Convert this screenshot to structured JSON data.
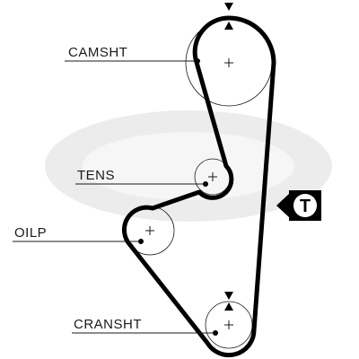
{
  "labels": {
    "camshaft": "CAMSHT",
    "tensioner": "TENS",
    "oil_pump": "OILP",
    "crankshaft": "CRANSHT"
  },
  "badge": {
    "letter": "T"
  },
  "colors": {
    "belt": "#000000",
    "watermark": "#e6e6e6",
    "text": "#1a1a1a"
  },
  "icons": [
    "timing-mark-icon",
    "tension-badge-icon"
  ]
}
